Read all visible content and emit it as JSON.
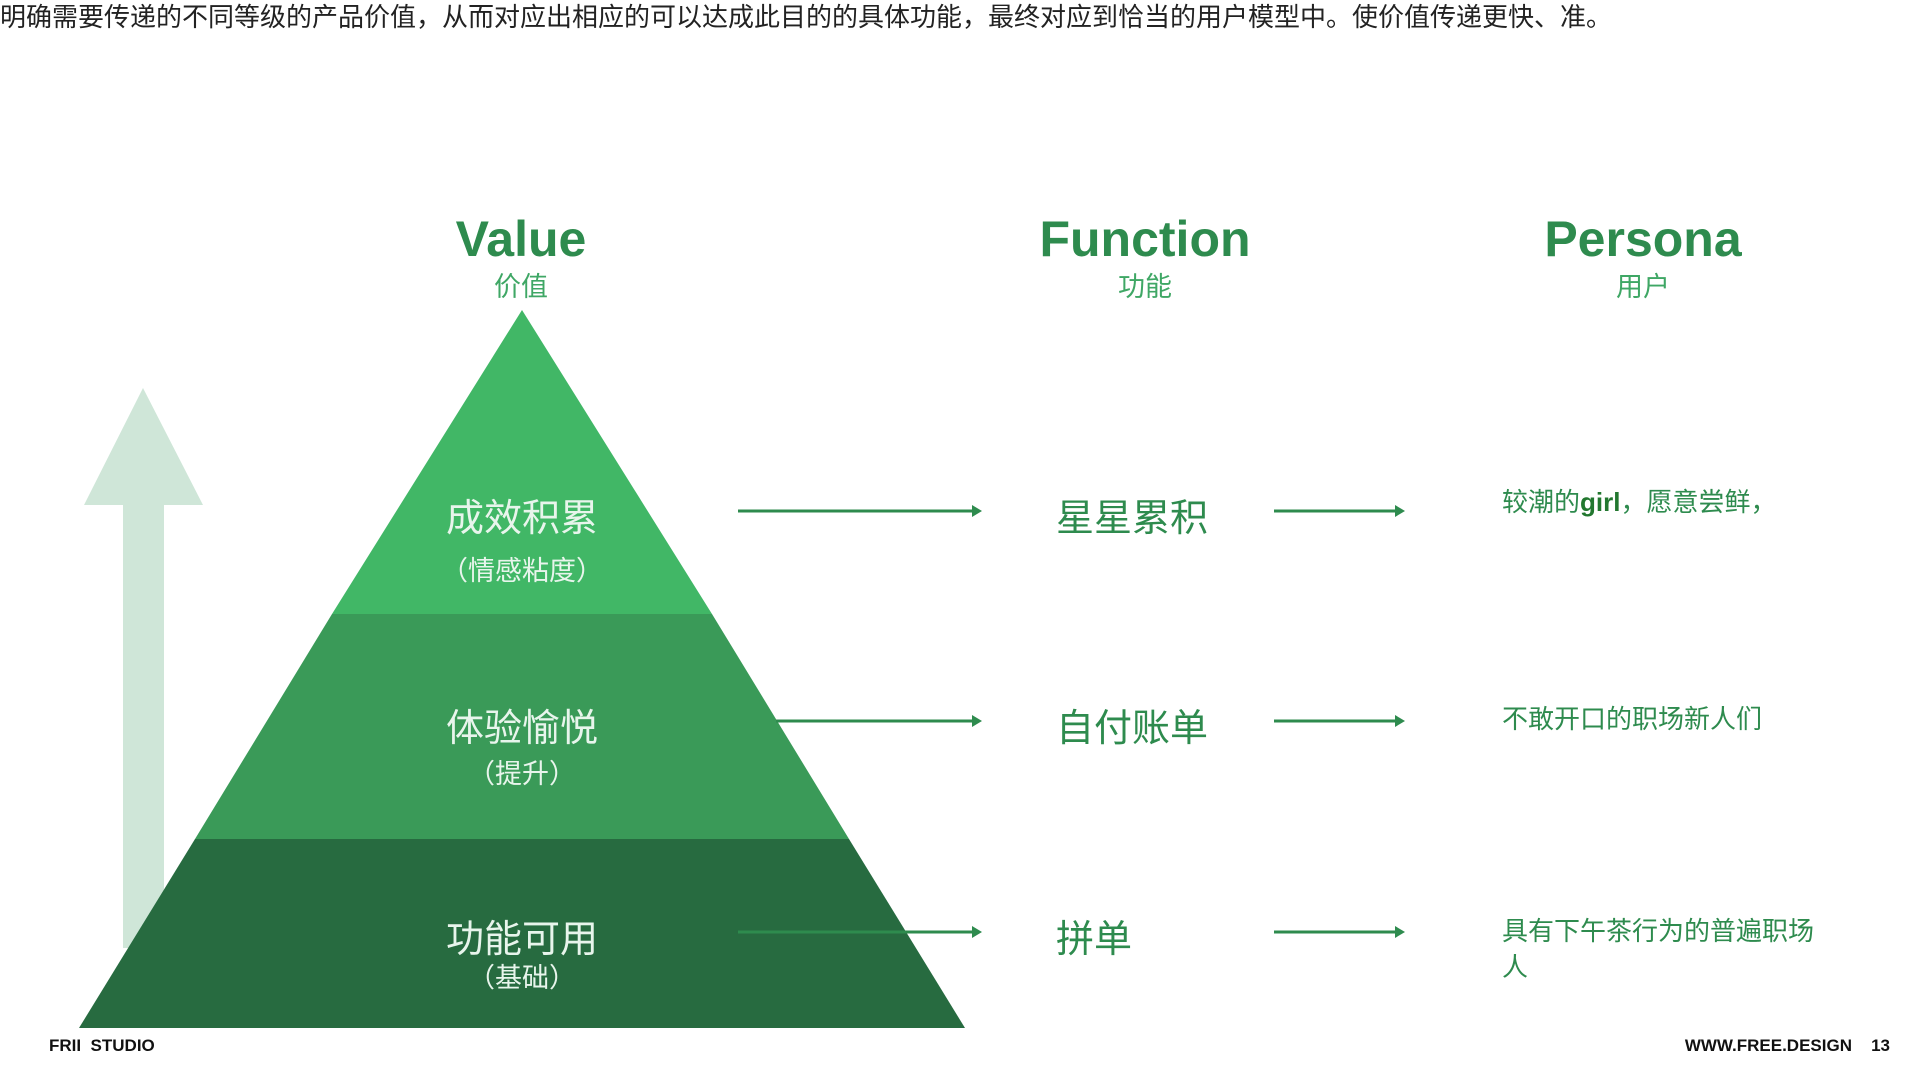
{
  "intro": "明确需要传递的不同等级的产品价值，从而对应出相应的可以达成此目的的具体功能，最终对应到恰当的用户模型中。使价值传递更快、准。",
  "columns": [
    {
      "title": "Value",
      "subtitle": "价值"
    },
    {
      "title": "Function",
      "subtitle": "功能"
    },
    {
      "title": "Persona",
      "subtitle": "用户"
    }
  ],
  "layers": [
    {
      "title": "成效积累",
      "subtitle": "（情感粘度）",
      "function": "星星累积",
      "persona_prefix": "较潮的",
      "persona_bold": "girl",
      "persona_suffix": "，愿意尝鲜，"
    },
    {
      "title": "体验愉悦",
      "subtitle": "（提升）",
      "function": "自付账单",
      "persona": "不敢开口的职场新人们"
    },
    {
      "title": "功能可用",
      "subtitle": "（基础）",
      "function": "拼单",
      "persona": "具有下午茶行为的普遍职场人"
    }
  ],
  "colors": {
    "top": "#41b766",
    "middle": "#3a9a58",
    "bottom": "#276b40",
    "arrow_bg": "#cfe6d8",
    "accent": "#2e8b4e"
  },
  "footer": {
    "brand": "FRII  STUDIO",
    "site": "WWW.FREE.DESIGN",
    "page": "13"
  }
}
